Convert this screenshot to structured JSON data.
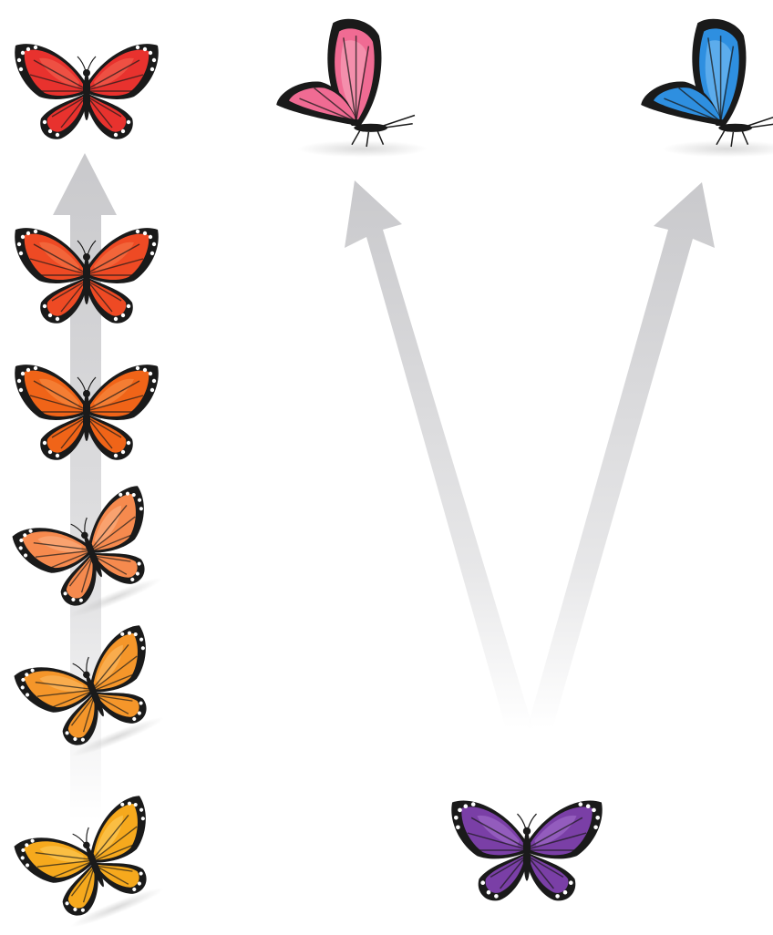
{
  "diagram": {
    "left_sequence": {
      "direction": "up",
      "butterflies": [
        {
          "name": "butterfly-red",
          "wing": "#e8322e",
          "wing_light": "#f26a55",
          "pose": "open"
        },
        {
          "name": "butterfly-red-orange",
          "wing": "#ee4a24",
          "wing_light": "#f57b4c",
          "pose": "open"
        },
        {
          "name": "butterfly-orange",
          "wing": "#f06418",
          "wing_light": "#f7924a",
          "pose": "open"
        },
        {
          "name": "butterfly-light-orange",
          "wing": "#f68a4e",
          "wing_light": "#fbb68b",
          "pose": "tilted"
        },
        {
          "name": "butterfly-amber",
          "wing": "#f5962a",
          "wing_light": "#fbc06a",
          "pose": "tilted"
        },
        {
          "name": "butterfly-yellow",
          "wing": "#f6a91d",
          "wing_light": "#fdd062",
          "pose": "tilted"
        }
      ]
    },
    "branching": {
      "source": {
        "name": "butterfly-purple",
        "wing": "#7a3fa6",
        "wing_light": "#a775cf",
        "pose": "open"
      },
      "targets": [
        {
          "name": "butterfly-pink",
          "wing": "#f06b93",
          "wing_light": "#f7a6bd",
          "pose": "side"
        },
        {
          "name": "butterfly-blue",
          "wing": "#2e8fe0",
          "wing_light": "#7cc0f3",
          "pose": "side"
        }
      ]
    },
    "colors": {
      "arrow": "#c9c9cc",
      "outline": "#1a1a1a",
      "shadow": "#d9d9d9"
    }
  }
}
